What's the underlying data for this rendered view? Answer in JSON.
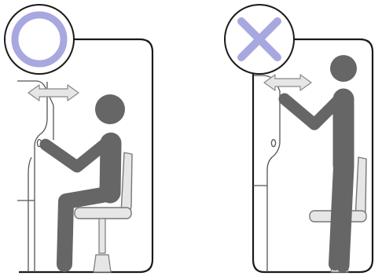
{
  "panels": [
    {
      "verdict": "correct",
      "badge_icon": "circle-ok-icon",
      "posture": "seated"
    },
    {
      "verdict": "incorrect",
      "badge_icon": "cross-ng-icon",
      "posture": "standing"
    }
  ],
  "colors": {
    "figure": "#666666",
    "frame": "#1a1a1a",
    "badge_mark": "#a8a8e0",
    "arrow_fill": "#e6e6e6",
    "chair_fill": "#e6e6e6",
    "chair_stroke": "#777777"
  }
}
